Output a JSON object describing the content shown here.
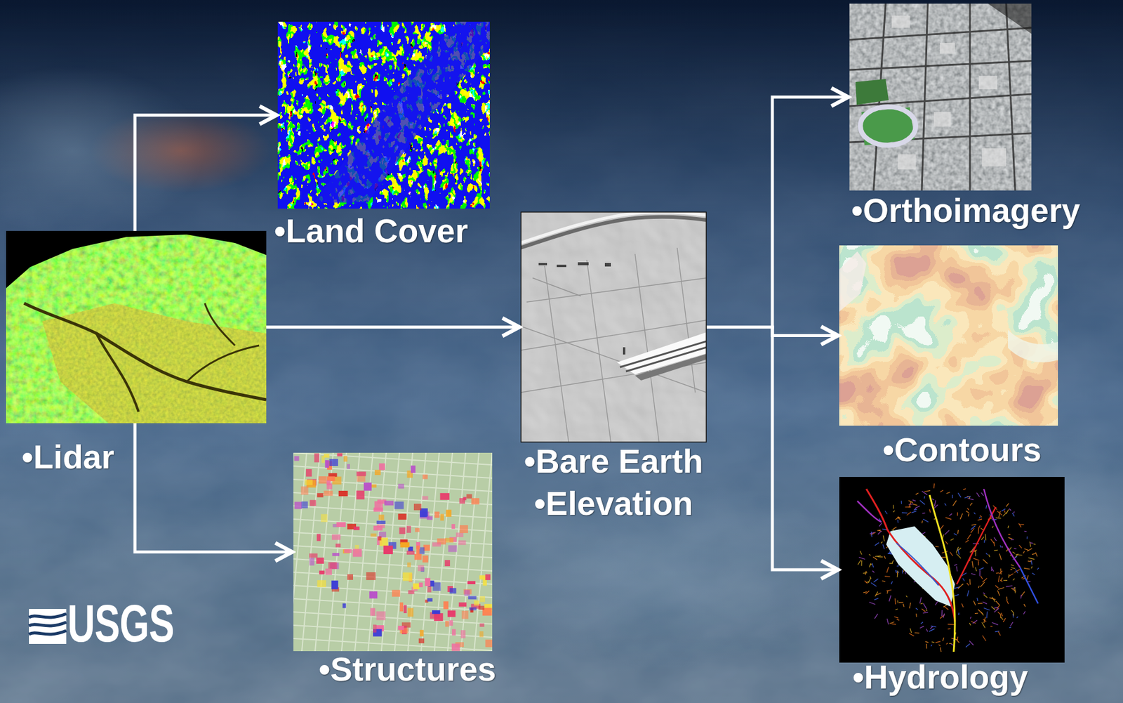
{
  "diagram": {
    "nodes": [
      {
        "text": [
          "•Lidar"
        ]
      },
      {
        "text": [
          "•Land Cover"
        ]
      },
      {
        "text": [
          "•Bare Earth",
          "•Elevation"
        ]
      },
      {
        "text": [
          "•Structures"
        ]
      },
      {
        "text": [
          "•Orthoimagery"
        ]
      },
      {
        "text": [
          "•Contours"
        ]
      },
      {
        "text": [
          "•Hydrology"
        ]
      }
    ],
    "edges": [
      {
        "from": 0,
        "to": 1,
        "arrow": "to"
      },
      {
        "from": 0,
        "to": 2,
        "arrow": "to"
      },
      {
        "from": 0,
        "to": 3,
        "arrow": "to"
      },
      {
        "from": 2,
        "to": 4,
        "arrow": "to"
      },
      {
        "from": 2,
        "to": 5,
        "arrow": "to"
      },
      {
        "from": 2,
        "to": 6,
        "arrow": "to"
      }
    ],
    "labels": [
      "USGS"
    ]
  }
}
